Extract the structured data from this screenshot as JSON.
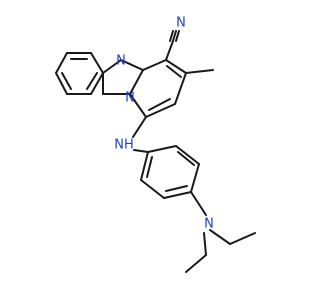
{
  "molecule": {
    "atoms": {
      "ring_n": "N",
      "bridge_n": "N",
      "nitrile_n": "N",
      "amine_nh": "NH",
      "diethylamino_n": "N"
    },
    "colors": {
      "bond": "#1a1a1a",
      "nitrogen": "#1f3fd1"
    }
  }
}
